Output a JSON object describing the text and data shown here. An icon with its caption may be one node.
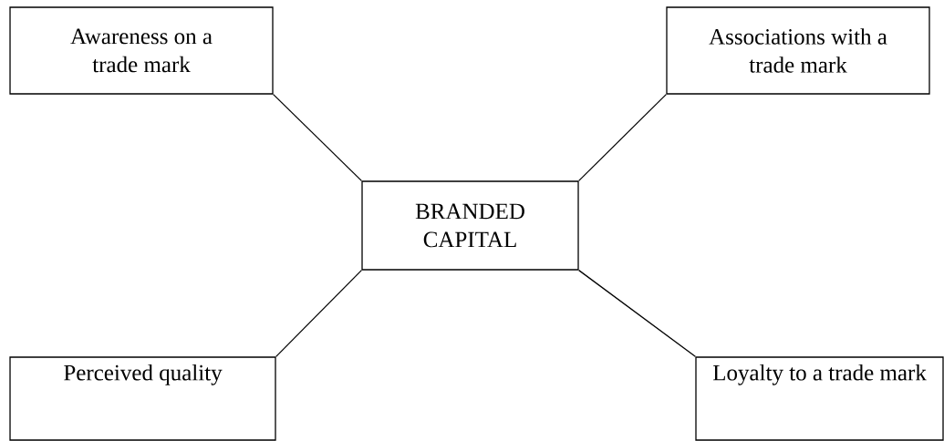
{
  "diagram": {
    "nodes": [
      {
        "text": [
          "Awareness on a trade mark"
        ]
      },
      {
        "text": [
          "Associations with a trade mark"
        ]
      },
      {
        "text": [
          "BRANDED CAPITAL"
        ]
      },
      {
        "text": [
          "Perceived quality"
        ]
      },
      {
        "text": [
          "Loyalty to a trade mark"
        ]
      }
    ],
    "edges": [
      {
        "from": 0,
        "to": 2,
        "arrow": "none"
      },
      {
        "from": 1,
        "to": 2,
        "arrow": "none"
      },
      {
        "from": 3,
        "to": 2,
        "arrow": "none"
      },
      {
        "from": 4,
        "to": 2,
        "arrow": "none"
      }
    ]
  }
}
